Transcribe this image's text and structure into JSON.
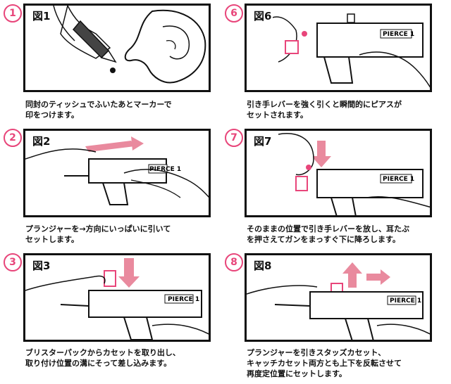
{
  "steps": [
    {
      "number": "1",
      "figure_label": "図1",
      "caption": "同封のティッシュでふいたあとマーカーで\n印をつけます。"
    },
    {
      "number": "2",
      "figure_label": "図2",
      "caption": "プランジャーを→方向にいっぱいに引いて\nセットします。"
    },
    {
      "number": "3",
      "figure_label": "図3",
      "caption": "ブリスターパックからカセットを取り出し、\n取り付け位置の溝にそって差し込みます。"
    },
    {
      "number": "6",
      "figure_label": "図6",
      "caption": "引き手レバーを強く引くと瞬間的にピアスが\nセットされます。"
    },
    {
      "number": "7",
      "figure_label": "図7",
      "caption": "そのままの位置で引き手レバーを放し、耳たぶ\nを押さえてガンをまっすぐ下に降ろします。"
    },
    {
      "number": "8",
      "figure_label": "図8",
      "caption": "プランジャーを引きスタッズカセット、\nキャッチカセット両方とも上下を反転させて\n再度定位置にセットします。"
    }
  ],
  "device_brand": "PIERCE 1",
  "colors": {
    "accent_pink": "#e8457a",
    "arrow_pink": "#e98a9e",
    "outline": "#111111"
  }
}
